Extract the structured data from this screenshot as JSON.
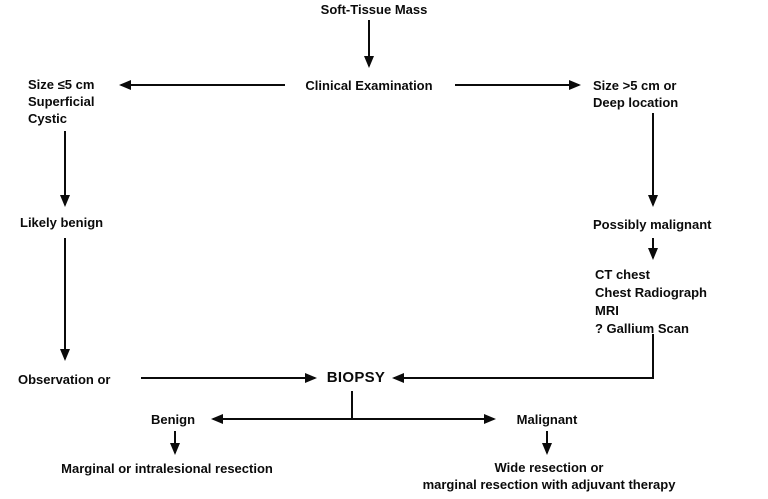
{
  "colors": {
    "ink": "#0b0b0b",
    "background": "#ffffff"
  },
  "flowchart": {
    "root": "Soft-Tissue Mass",
    "clinical_exam": "Clinical Examination",
    "left_branch": {
      "criteria": [
        "Size ≤5 cm",
        "Superficial",
        "Cystic"
      ],
      "assessment": "Likely benign",
      "action": "Observation or"
    },
    "right_branch": {
      "criteria": [
        "Size >5 cm or",
        "Deep location"
      ],
      "assessment": "Possibly malignant",
      "workup": [
        "CT chest",
        "Chest Radiograph",
        "MRI",
        "? Gallium Scan"
      ]
    },
    "biopsy": "BIOPSY",
    "outcomes": {
      "benign": {
        "label": "Benign",
        "treatment": "Marginal or intralesional resection"
      },
      "malignant": {
        "label": "Malignant",
        "treatment": [
          "Wide resection or",
          "marginal resection with adjuvant therapy"
        ]
      }
    }
  }
}
